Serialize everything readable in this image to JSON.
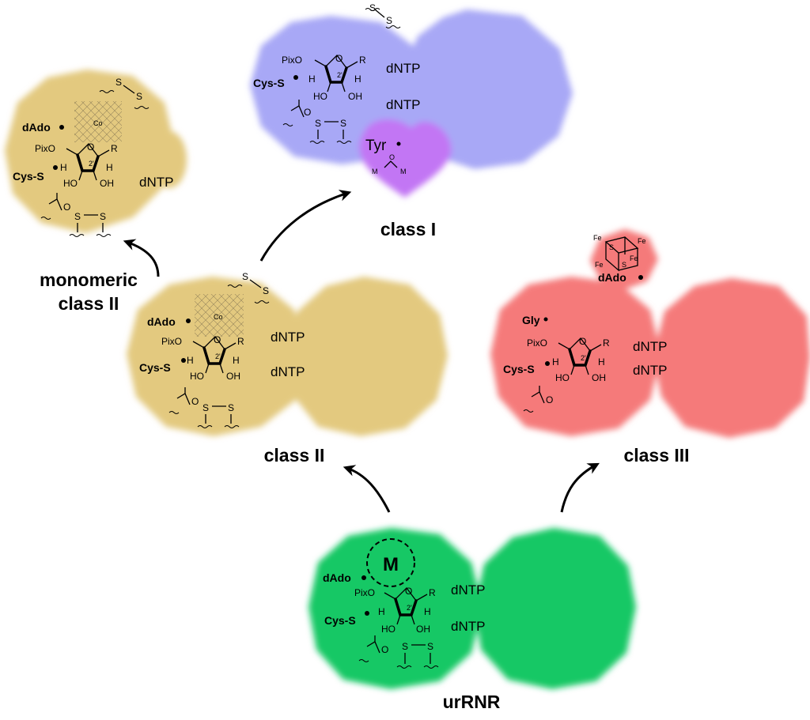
{
  "colors": {
    "class1_blob": "#a8a8f6",
    "class1_tyr_site": "#c276f4",
    "class2_blob": "#e3c97f",
    "class3_blob": "#f57a7a",
    "urRNR_blob": "#16c865"
  },
  "titles": {
    "class1": "class I",
    "class2": "class II",
    "class3": "class III",
    "monomeric_line1": "monomeric",
    "monomeric_line2": "class II",
    "urRNR": "urRNR"
  },
  "labels": {
    "dNTP": "dNTP",
    "cys_s": "Cys-S",
    "dAdo": "dAdo",
    "tyr": "Tyr",
    "gly": "Gly",
    "metal_m": "M",
    "pix_o": "PixO",
    "r": "R",
    "h": "H",
    "ho": "HO",
    "oh": "OH",
    "o": "O",
    "s": "S",
    "co": "Co",
    "fe": "Fe",
    "two_prime": "2'"
  }
}
